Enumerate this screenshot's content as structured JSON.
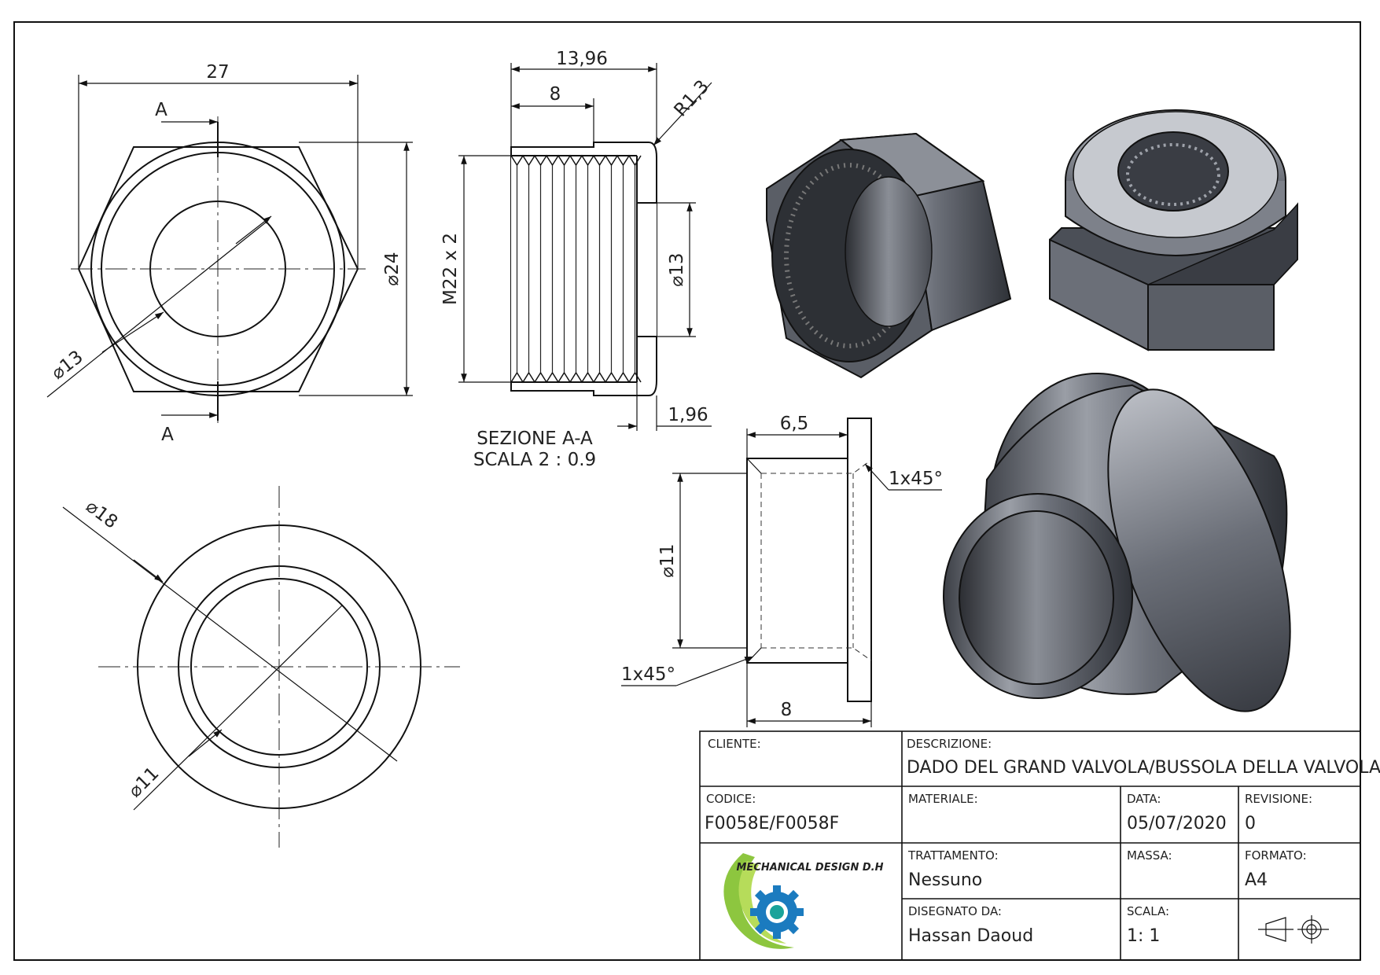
{
  "views": {
    "front": {
      "dim_width": "27",
      "dim_diameter": "⌀24",
      "dim_bore": "⌀13",
      "section_mark": "A"
    },
    "section": {
      "dim_total": "13,96",
      "dim_thread_length": "8",
      "dim_radius": "R1,3",
      "dim_thread": "M22 x 2",
      "dim_bore": "⌀13",
      "dim_wall": "1,96",
      "caption_line1": "SEZIONE A-A",
      "caption_line2": "SCALA 2 : 0.9"
    },
    "bushing_end": {
      "dim_outer": "⌀18",
      "dim_inner": "⌀11"
    },
    "bushing_side": {
      "dim_sleeve": "6,5",
      "dim_chamfer_top": "1x45°",
      "dim_bore": "⌀11",
      "dim_chamfer_bottom": "1x45°",
      "dim_length": "8"
    }
  },
  "title_block": {
    "cliente_label": "CLIENTE:",
    "cliente_value": "",
    "descrizione_label": "DESCRIZIONE:",
    "descrizione_value": "DADO DEL GRAND VALVOLA/BUSSOLA DELLA VALVOLA",
    "codice_label": "CODICE:",
    "codice_value": "F0058E/F0058F",
    "materiale_label": "MATERIALE:",
    "materiale_value": "",
    "data_label": "DATA:",
    "data_value": "05/07/2020",
    "revisione_label": "REVISIONE:",
    "revisione_value": "0",
    "trattamento_label": "TRATTAMENTO:",
    "trattamento_value": "Nessuno",
    "massa_label": "MASSA:",
    "massa_value": "",
    "formato_label": "FORMATO:",
    "formato_value": "A4",
    "disegnato_label": "DISEGNATO DA:",
    "disegnato_value": "Hassan Daoud",
    "scala_label": "SCALA:",
    "scala_value": "1: 1",
    "logo_text": "MECHANICAL DESIGN D.H"
  },
  "colors": {
    "line": "#111111",
    "steel_dark": "#3a3d44",
    "steel_mid": "#6b6f78",
    "steel_light": "#b9bcc3",
    "logo_green": "#8dc63f",
    "logo_blue": "#1b7bbf",
    "logo_teal": "#1aa39a"
  }
}
